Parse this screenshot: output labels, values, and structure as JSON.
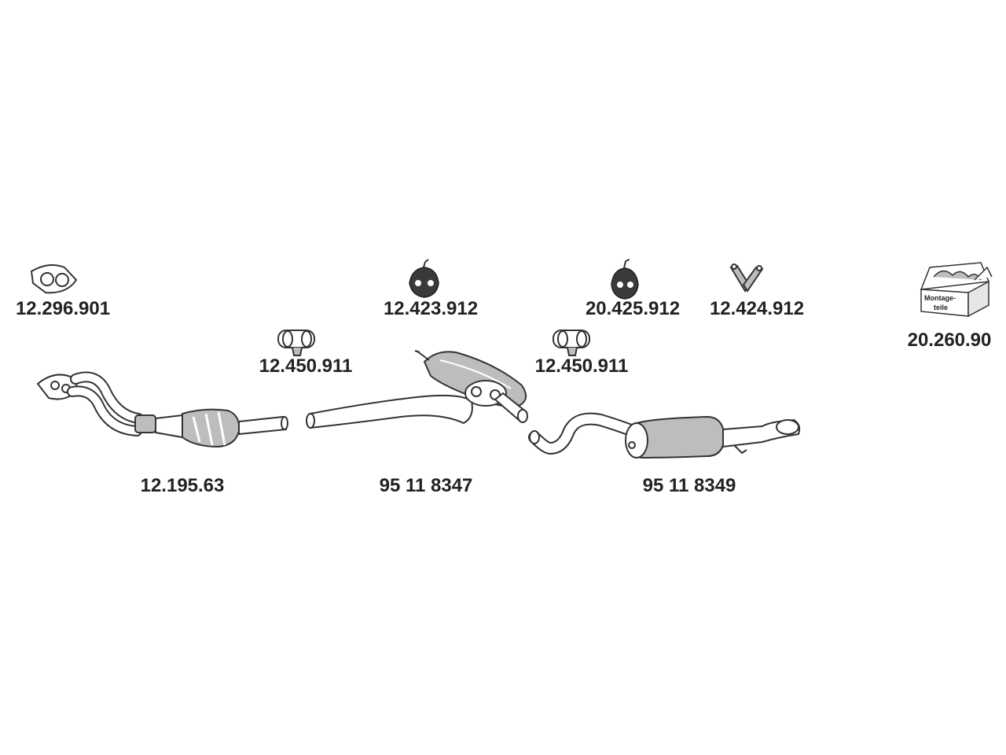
{
  "parts": {
    "flange_gasket": "12.296.901",
    "rubber_mount_1": "12.423.912",
    "rubber_mount_2": "20.425.912",
    "hanger_v": "12.424.912",
    "mounting_kit": "20.260.90",
    "clamp_1": "12.450.911",
    "clamp_2": "12.450.911",
    "catalytic_converter": "12.195.63",
    "middle_silencer": "95 11 8347",
    "rear_silencer": "95 11 8349"
  },
  "mounting_kit_box": {
    "line1": "Montage-",
    "line2": "teile"
  },
  "colors": {
    "outline": "#333333",
    "fill_light": "#ffffff",
    "fill_grey": "#bdbdbd",
    "fill_dark": "#3a3a3a",
    "text": "#222222"
  }
}
